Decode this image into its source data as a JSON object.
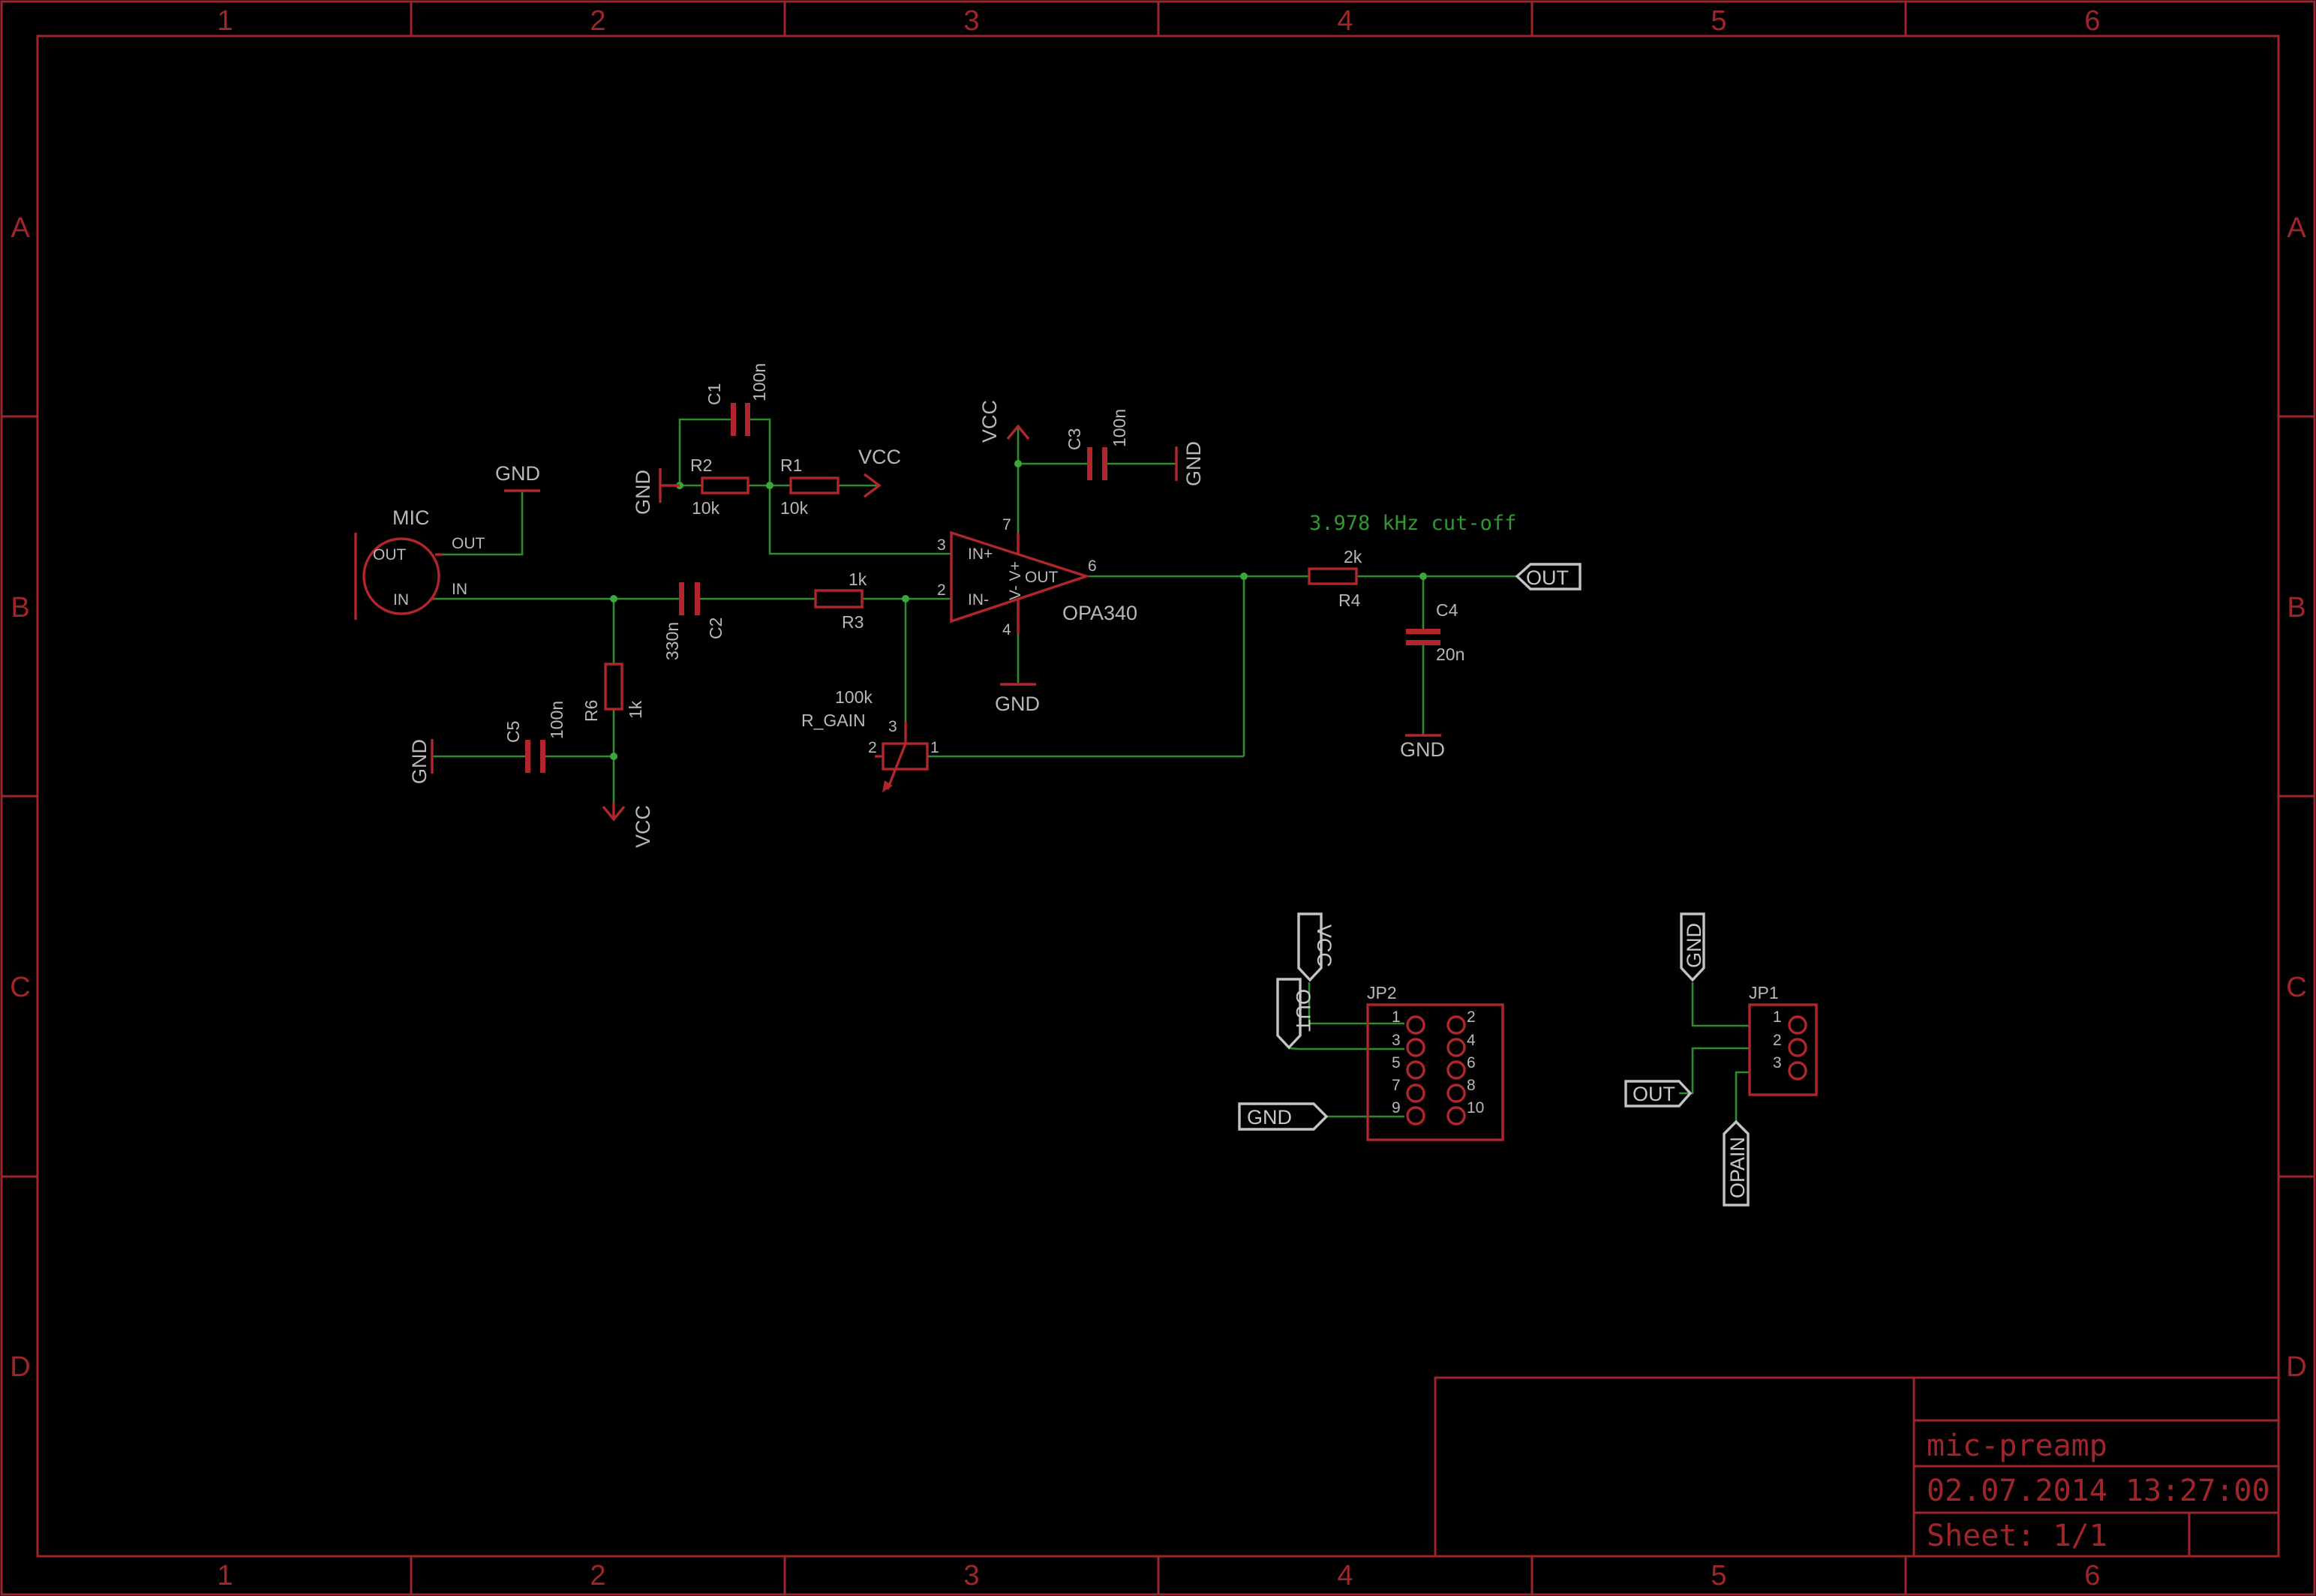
{
  "frame": {
    "columns": [
      "1",
      "2",
      "3",
      "4",
      "5",
      "6"
    ],
    "rows": [
      "A",
      "B",
      "C",
      "D"
    ]
  },
  "title_block": {
    "title": "mic-preamp",
    "date": "02.07.2014 13:27:00",
    "sheet": "Sheet: 1/1"
  },
  "note": "3.978 kHz cut-off",
  "parts": {
    "mic": {
      "name": "MIC",
      "pin_out": "OUT",
      "pin_in": "IN",
      "net_out": "OUT",
      "net_in": "IN"
    },
    "c1": {
      "name": "C1",
      "value": "100n"
    },
    "c2": {
      "name": "C2",
      "value": "330n"
    },
    "c3": {
      "name": "C3",
      "value": "100n"
    },
    "c4": {
      "name": "C4",
      "value": "20n"
    },
    "c5": {
      "name": "C5",
      "value": "100n"
    },
    "r1": {
      "name": "R1",
      "value": "10k"
    },
    "r2": {
      "name": "R2",
      "value": "10k"
    },
    "r3": {
      "name": "R3",
      "value": "1k"
    },
    "r4": {
      "name": "R4",
      "value": "2k"
    },
    "r6": {
      "name": "R6",
      "value": "1k"
    },
    "rgain": {
      "name": "R_GAIN",
      "value": "100k",
      "pins": [
        "2",
        "3",
        "1"
      ]
    },
    "opamp": {
      "name": "OPA340",
      "in_plus": "IN+",
      "in_minus": "IN-",
      "out": "OUT",
      "supply": "V- V+",
      "pins": {
        "p3": "3",
        "p2": "2",
        "p6": "6",
        "p7": "7",
        "p4": "4"
      }
    },
    "jp1": {
      "name": "JP1",
      "pins": [
        "1",
        "2",
        "3"
      ]
    },
    "jp2": {
      "name": "JP2",
      "pins_left": [
        "1",
        "3",
        "5",
        "7",
        "9"
      ],
      "pins_right": [
        "2",
        "4",
        "6",
        "8",
        "10"
      ]
    }
  },
  "supplies": {
    "gnd": "GND",
    "vcc": "VCC"
  },
  "flags": {
    "out": "OUT",
    "vcc": "VCC",
    "gnd": "GND",
    "opain": "OPAIN"
  }
}
